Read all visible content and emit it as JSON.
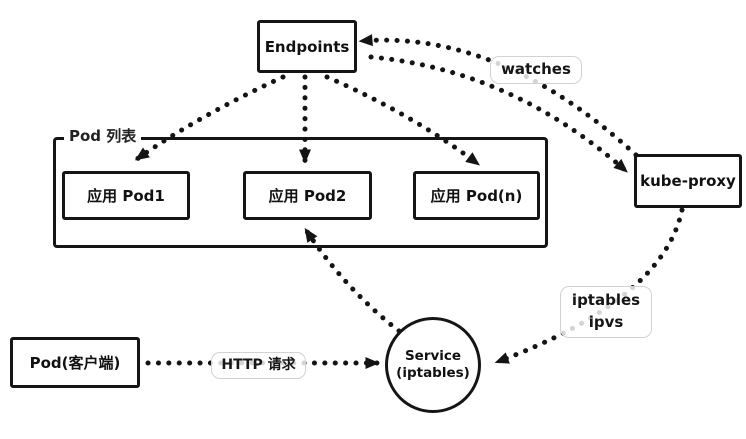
{
  "diagram": {
    "nodes": {
      "endpoints": {
        "label": "Endpoints"
      },
      "kube_proxy": {
        "label": "kube-proxy"
      },
      "pod_list": {
        "label": "Pod 列表"
      },
      "pod1": {
        "label": "应用 Pod1"
      },
      "pod2": {
        "label": "应用 Pod2"
      },
      "podn": {
        "label": "应用 Pod(n)"
      },
      "client_pod": {
        "label": "Pod(客户端)"
      },
      "service": {
        "line1": "Service",
        "line2": "(iptables)"
      }
    },
    "edge_labels": {
      "watches": "watches",
      "http_request": "HTTP 请求",
      "iptables_ipvs_line1": "iptables",
      "iptables_ipvs_line2": "ipvs"
    },
    "edges": [
      {
        "from": "kube-proxy",
        "to": "Endpoints",
        "label": "watches",
        "style": "dotted-curve"
      },
      {
        "from": "Endpoints",
        "to": "kube-proxy",
        "label": "watches",
        "style": "dotted-curve"
      },
      {
        "from": "Endpoints",
        "to": "应用 Pod1",
        "style": "dotted"
      },
      {
        "from": "Endpoints",
        "to": "应用 Pod2",
        "style": "dotted"
      },
      {
        "from": "Endpoints",
        "to": "应用 Pod(n)",
        "style": "dotted"
      },
      {
        "from": "kube-proxy",
        "to": "Service (iptables)",
        "label": "iptables ipvs",
        "style": "dotted"
      },
      {
        "from": "Pod(客户端)",
        "to": "Service (iptables)",
        "label": "HTTP 请求",
        "style": "dotted"
      },
      {
        "from": "Service (iptables)",
        "to": "应用 Pod2",
        "style": "dotted"
      }
    ],
    "colors": {
      "stroke": "#141414",
      "text": "#111111",
      "label_border": "#d2d2d2",
      "background": "#ffffff"
    }
  }
}
